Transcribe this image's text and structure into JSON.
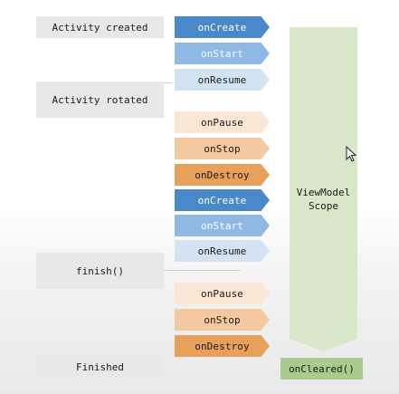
{
  "states": [
    {
      "label": "Activity created"
    },
    {
      "label": "Activity rotated"
    },
    {
      "label": "finish()"
    },
    {
      "label": "Finished"
    }
  ],
  "lifecycle": [
    {
      "label": "onCreate",
      "color": "#4a89c9",
      "text_color": "#ffffff"
    },
    {
      "label": "onStart",
      "color": "#8fb9e5",
      "text_color": "#ffffff"
    },
    {
      "label": "onResume",
      "color": "#d3e3f4",
      "text_color": "#1a1a1a"
    },
    {
      "label": "onPause",
      "color": "#fbe5d3",
      "text_color": "#1a1a1a"
    },
    {
      "label": "onStop",
      "color": "#f5c9a0",
      "text_color": "#1a1a1a"
    },
    {
      "label": "onDestroy",
      "color": "#e9a05a",
      "text_color": "#1a1a1a"
    },
    {
      "label": "onCreate",
      "color": "#4a89c9",
      "text_color": "#ffffff"
    },
    {
      "label": "onStart",
      "color": "#8fb9e5",
      "text_color": "#ffffff"
    },
    {
      "label": "onResume",
      "color": "#d3e3f4",
      "text_color": "#1a1a1a"
    },
    {
      "label": "onPause",
      "color": "#fbe5d3",
      "text_color": "#1a1a1a"
    },
    {
      "label": "onStop",
      "color": "#f5c9a0",
      "text_color": "#1a1a1a"
    },
    {
      "label": "onDestroy",
      "color": "#e9a05a",
      "text_color": "#1a1a1a"
    }
  ],
  "scope": {
    "label_line1": "ViewModel",
    "label_line2": "Scope",
    "cleared_label": "onCleared()"
  }
}
